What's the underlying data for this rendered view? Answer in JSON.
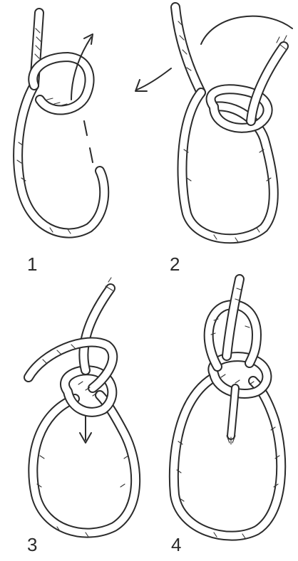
{
  "diagram": {
    "steps": [
      {
        "number": "1"
      },
      {
        "number": "2"
      },
      {
        "number": "3"
      },
      {
        "number": "4"
      }
    ],
    "colors": {
      "rope_outline": "#2b2b2b",
      "background": "#ffffff"
    },
    "icons": [
      "arrow-icon"
    ]
  }
}
